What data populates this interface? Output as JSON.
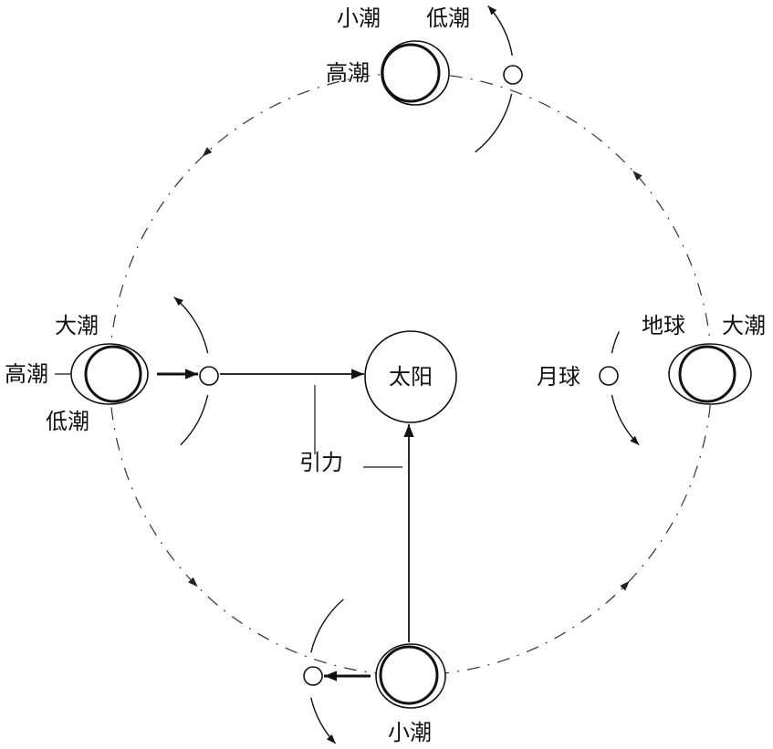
{
  "labels": {
    "top": {
      "neap": "小潮",
      "low": "低潮",
      "high": "高潮"
    },
    "left": {
      "spring": "大潮",
      "high": "高潮",
      "low": "低潮"
    },
    "center": {
      "sun": "太阳",
      "gravity": "引力"
    },
    "right": {
      "moon": "月球",
      "earth": "地球",
      "spring": "大潮"
    },
    "bottom": {
      "neap": "小潮"
    }
  },
  "colors": {
    "ink": "#111111",
    "background": "#ffffff"
  }
}
